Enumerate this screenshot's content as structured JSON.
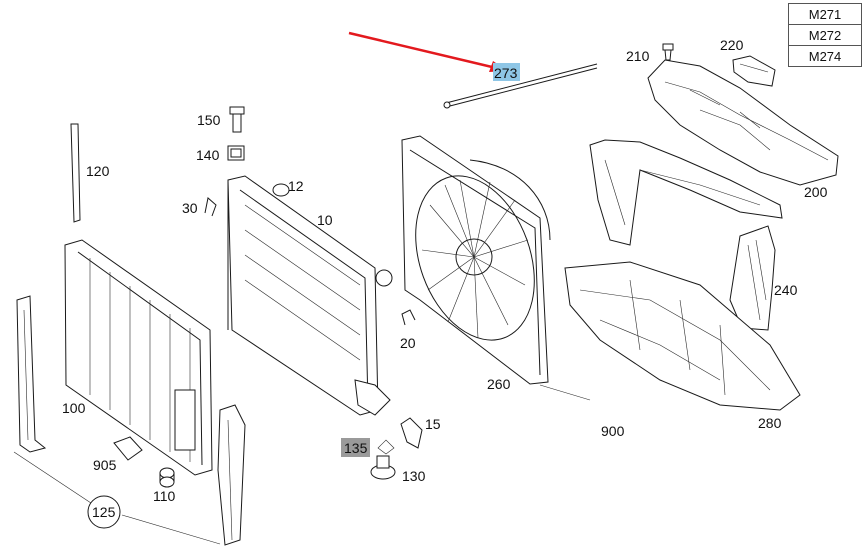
{
  "variants": [
    "M271",
    "M272",
    "M274"
  ],
  "labels": {
    "p273": "273",
    "p210": "210",
    "p220": "220",
    "p150": "150",
    "p140": "140",
    "p120": "120",
    "p30": "30",
    "p12": "12",
    "p10": "10",
    "p200": "200",
    "p240": "240",
    "p20": "20",
    "p260": "260",
    "p100": "100",
    "p900": "900",
    "p280": "280",
    "p15": "15",
    "p135": "135",
    "p905": "905",
    "p130": "130",
    "p110": "110",
    "p125": "125"
  },
  "colors": {
    "arrow": "#e3191e",
    "highlight_blue": "#8ec6e6",
    "highlight_gray": "#9a9a9a"
  }
}
